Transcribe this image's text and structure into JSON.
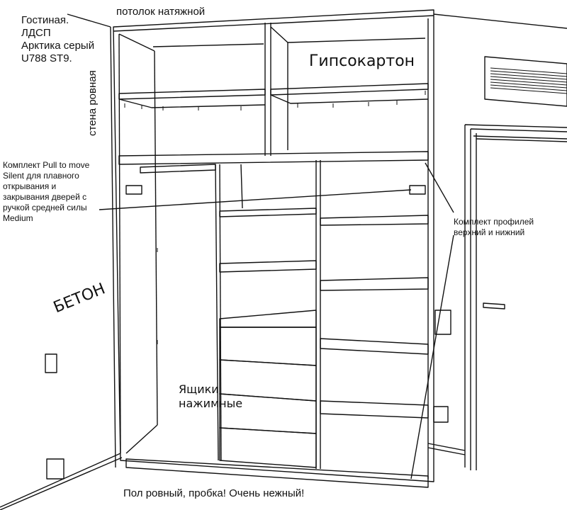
{
  "labels": {
    "room_note": [
      "Гостиная.",
      "ЛДСП",
      "Арктика серый",
      "U788 ST9."
    ],
    "ceiling": "потолок натяжной",
    "wall": "стена ровная",
    "drywall": "Гипсокартон",
    "concrete": "БЕТОН",
    "pull_to_move": [
      "Комплект Pull to move",
      "Silent для плавного",
      "открывания и",
      "закрывания дверей с",
      "ручкой средней силы",
      "Medium"
    ],
    "profiles": [
      "Комплект профилей",
      "верхний и нижний"
    ],
    "drawers": [
      "Ящики",
      "нажимные"
    ],
    "floor": "Пол ровный, пробка! Очень нежный!"
  }
}
